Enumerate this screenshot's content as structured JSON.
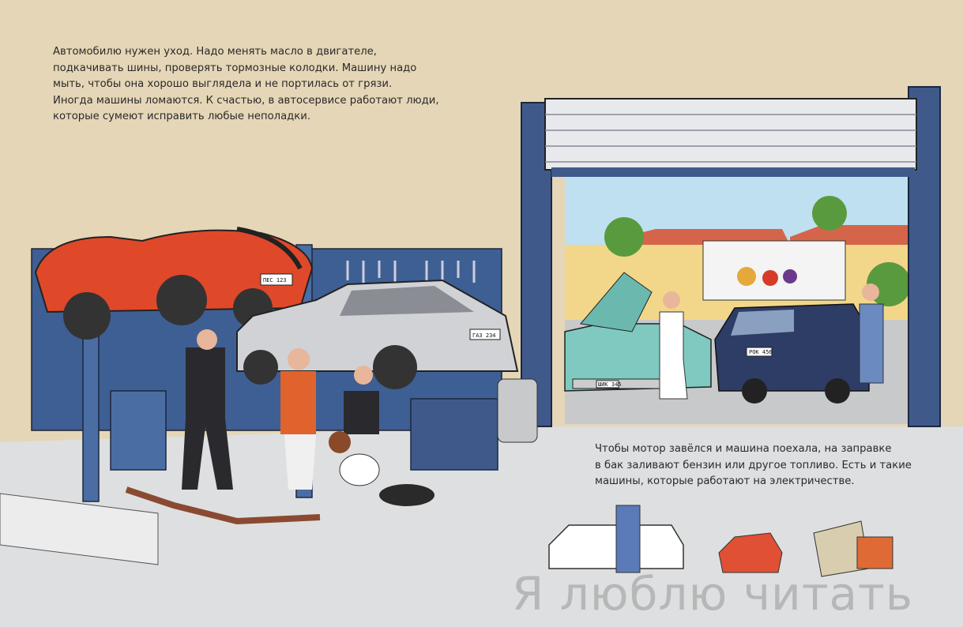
{
  "intro_text": [
    "Автомобилю нужен уход. Надо менять масло в двигателе,",
    "подкачивать шины, проверять тормозные колодки. Машину надо",
    "мыть, чтобы она хорошо выглядела и не портилась от грязи.",
    "Иногда машины ломаются. К счастью, в автосервисе работают люди,",
    "которые сумеют исправить любые неполадки."
  ],
  "fuel_text": [
    "Чтобы мотор завёлся и машина поехала, на заправке",
    "в бак заливают бензин или другое топливо. Есть и такие",
    "машины, которые работают на электричестве."
  ],
  "plates": {
    "red_car": "ПЕС 123",
    "silver_car": "ГАЗ 234",
    "green_car": "ШИК 345",
    "blue_car": "РОК 456"
  },
  "watermark": "Я  люблю читать",
  "colors": {
    "wall": "#e5d6b7",
    "floor": "#dedfe0",
    "frame": "#3f5a8a",
    "red_car": "#e0482a"
  }
}
